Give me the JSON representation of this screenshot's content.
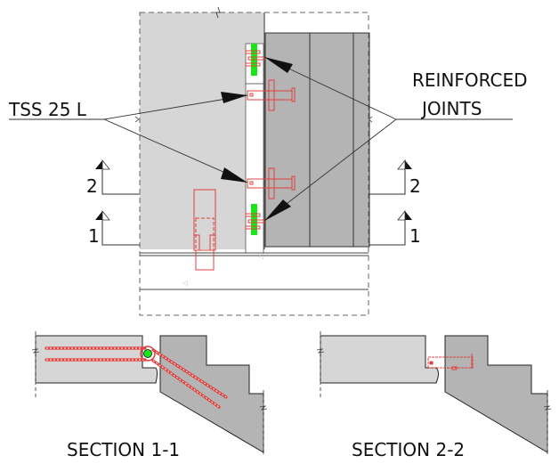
{
  "diagram": {
    "labels": {
      "tss": "TSS 25 L",
      "reinforced_line1": "REINFORCED",
      "reinforced_line2": "JOINTS",
      "section_1": "SECTION 1-1",
      "section_2": "SECTION 2-2"
    },
    "section_markers": {
      "left_top": "2",
      "left_bottom": "1",
      "right_top": "2",
      "right_bottom": "1"
    },
    "colors": {
      "landing_fill": "#d6d6d6",
      "stair_fill": "#b4b4b4",
      "stair_fill_dark": "#a9a9a9",
      "rebar_red": "#e0403e",
      "joint_green": "#19e619",
      "line": "#222222"
    }
  }
}
